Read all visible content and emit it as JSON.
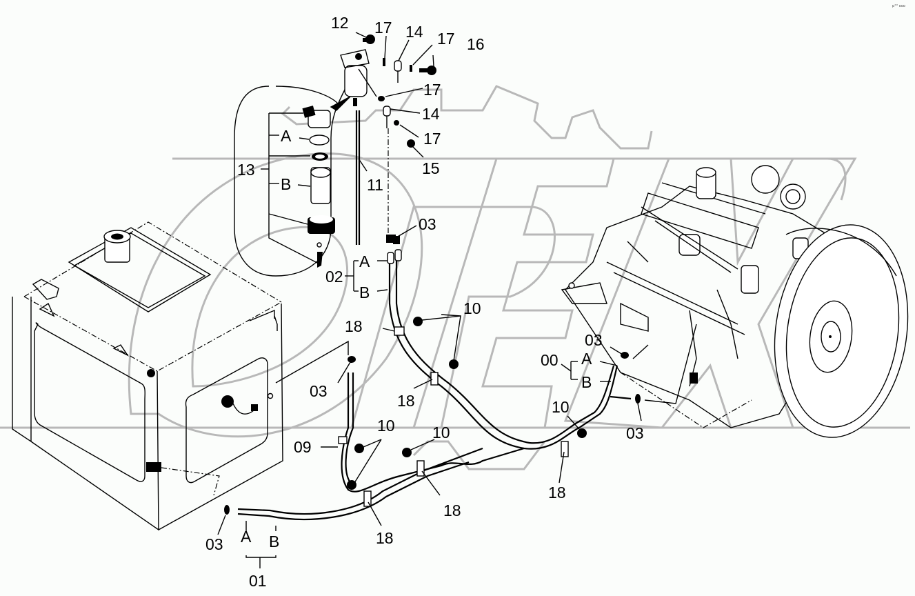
{
  "diagram": {
    "title": "Fuel system parts diagram",
    "corner_mark": "p°° ooo",
    "watermark": "OPEX",
    "colors": {
      "background": "#fbfdfb",
      "line": "#000000",
      "watermark": "#b8b8b8"
    },
    "assemblies": {
      "fuel_tank": "fuel-tank",
      "engine": "engine",
      "fuel_filter": "fuel-filter",
      "filter_detail": "filter-detail-callout"
    },
    "callouts": [
      {
        "id": "c12",
        "text": "12",
        "part": "bolt"
      },
      {
        "id": "c17a",
        "text": "17",
        "part": "gasket"
      },
      {
        "id": "c14a",
        "text": "14",
        "part": "joint-bolt"
      },
      {
        "id": "c17b",
        "text": "17",
        "part": "gasket"
      },
      {
        "id": "c16",
        "text": "16",
        "part": "bolt"
      },
      {
        "id": "c17c",
        "text": "17",
        "part": "gasket"
      },
      {
        "id": "c14b",
        "text": "14",
        "part": "joint-bolt"
      },
      {
        "id": "c17d",
        "text": "17",
        "part": "gasket"
      },
      {
        "id": "c15",
        "text": "15",
        "part": "bolt"
      },
      {
        "id": "c13",
        "text": "13",
        "part": "filter-assembly"
      },
      {
        "id": "c13a",
        "text": "A",
        "part": "o-ring"
      },
      {
        "id": "c13b",
        "text": "B",
        "part": "element"
      },
      {
        "id": "c11",
        "text": "11",
        "part": "drain-hose"
      },
      {
        "id": "c03a",
        "text": "03",
        "part": "clip"
      },
      {
        "id": "c02",
        "text": "02",
        "part": "hose"
      },
      {
        "id": "c02a",
        "text": "A",
        "part": "hose-end"
      },
      {
        "id": "c02b",
        "text": "B",
        "part": "hose-end"
      },
      {
        "id": "c10a",
        "text": "10",
        "part": "bolt"
      },
      {
        "id": "c18a",
        "text": "18",
        "part": "clamp"
      },
      {
        "id": "c03b",
        "text": "03",
        "part": "clip"
      },
      {
        "id": "c18b",
        "text": "18",
        "part": "clamp"
      },
      {
        "id": "c00",
        "text": "00",
        "part": "hose"
      },
      {
        "id": "c00a",
        "text": "A",
        "part": "hose-end"
      },
      {
        "id": "c00b",
        "text": "B",
        "part": "hose-end"
      },
      {
        "id": "c03c",
        "text": "03",
        "part": "clip"
      },
      {
        "id": "c10b",
        "text": "10",
        "part": "bolt"
      },
      {
        "id": "c03d",
        "text": "03",
        "part": "clip"
      },
      {
        "id": "c09",
        "text": "09",
        "part": "clamp"
      },
      {
        "id": "c10c",
        "text": "10",
        "part": "bolt"
      },
      {
        "id": "c10d",
        "text": "10",
        "part": "bolt"
      },
      {
        "id": "c18c",
        "text": "18",
        "part": "clamp"
      },
      {
        "id": "c18d",
        "text": "18",
        "part": "clamp"
      },
      {
        "id": "c18e",
        "text": "18",
        "part": "clamp"
      },
      {
        "id": "c03e",
        "text": "03",
        "part": "clip"
      },
      {
        "id": "c01a",
        "text": "A",
        "part": "hose-end"
      },
      {
        "id": "c01b",
        "text": "B",
        "part": "hose-end"
      },
      {
        "id": "c01",
        "text": "01",
        "part": "hose"
      }
    ]
  }
}
